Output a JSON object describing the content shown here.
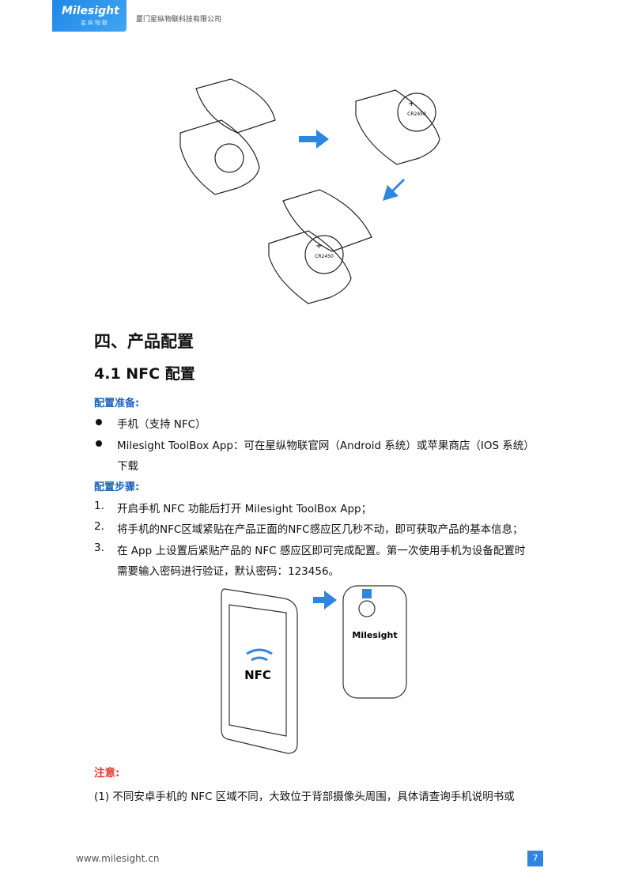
{
  "header": {
    "logo_text": "Milesight",
    "logo_subtext": "星纵物联",
    "company": "厦门星纵物联科技有限公司"
  },
  "diagram": {
    "battery_label": "CR2450",
    "plus_sign": "+"
  },
  "section": {
    "title": "四、产品配置",
    "subsection_title": "4.1 NFC 配置",
    "prep_heading": "配置准备:",
    "prep_items": [
      "手机（支持 NFC）",
      "Milesight ToolBox App：可在星纵物联官网（Android 系统）或苹果商店（IOS 系统）",
      "下载"
    ],
    "steps_heading": "配置步骤:",
    "steps": [
      {
        "num": "1.",
        "text": "开启手机 NFC 功能后打开 Milesight ToolBox App；"
      },
      {
        "num": "2.",
        "text": "将手机的NFC区域紧贴在产品正面的NFC感应区几秒不动，即可获取产品的基本信息；"
      },
      {
        "num": "3.",
        "text": "在 App 上设置后紧贴产品的 NFC 感应区即可完成配置。第一次使用手机为设备配置时"
      },
      {
        "num": "",
        "text": "需要输入密码进行验证，默认密码：123456。"
      }
    ]
  },
  "nfc_illustration": {
    "phone_label": "NFC",
    "device_brand": "Milesight"
  },
  "note": {
    "title": "注意:",
    "line1": "(1)  不同安卓手机的 NFC 区域不同，大致位于背部摄像头周围，具体请查询手机说明书或"
  },
  "footer": {
    "url": "www.milesight.cn",
    "page": "7"
  },
  "colors": {
    "brand_blue": "#2f86e0",
    "heading_blue": "#1e63b4",
    "note_red": "#e53935"
  }
}
